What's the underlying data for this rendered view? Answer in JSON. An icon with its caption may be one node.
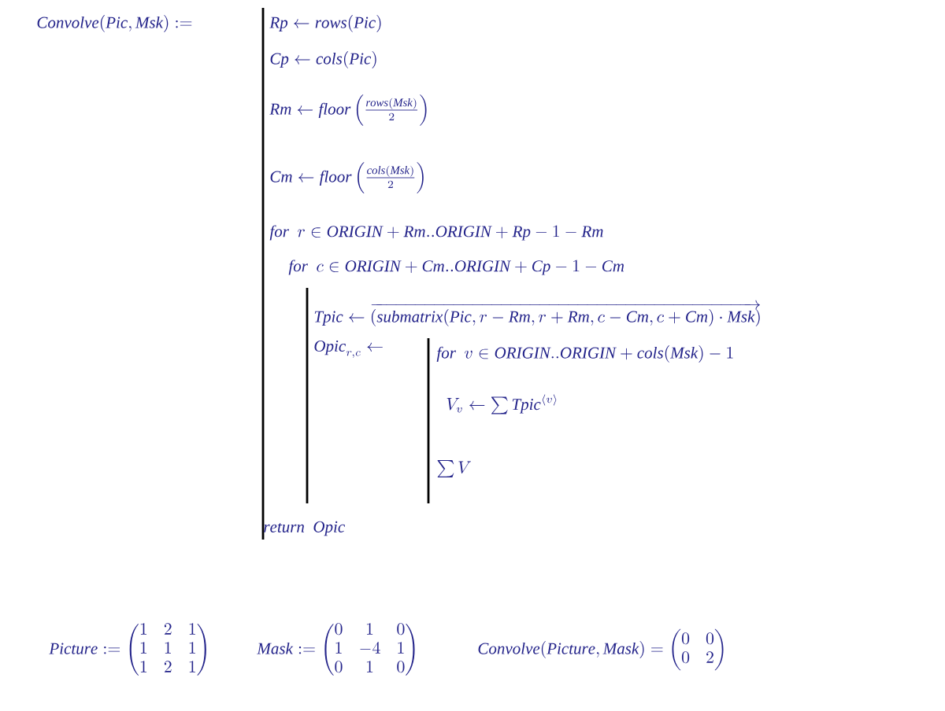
{
  "diagram": {
    "labels": [
      "\\mathit{Convolve}(\\mathit{Pic},\\mathit{Msk}) :=",
      "\\mathit{Rp} \\leftarrow \\mathit{rows}(\\mathit{Pic})",
      "\\mathit{Cp} \\leftarrow \\mathit{cols}(\\mathit{Pic})",
      "\\mathit{Rm} \\leftarrow \\mathit{floor}\\left(\\frac{\\mathit{rows}(\\mathit{Msk})}{2}\\right)",
      "\\mathit{Cm} \\leftarrow \\mathit{floor}\\left(\\frac{\\mathit{cols}(\\mathit{Msk})}{2}\\right)",
      "\\mathit{for}\\ \\ r \\in \\mathit{ORIGIN} + \\mathit{Rm} .. \\mathit{ORIGIN} + \\mathit{Rp} - 1 - \\mathit{Rm}",
      "\\mathit{for}\\ \\ c \\in \\mathit{ORIGIN} + \\mathit{Cm} .. \\mathit{ORIGIN} + \\mathit{Cp} - 1 - \\mathit{Cm}",
      "\\mathit{Tpic} \\leftarrow \\overrightarrow{(\\mathit{submatrix}(\\mathit{Pic},r - \\mathit{Rm},r + \\mathit{Rm},c - \\mathit{Cm},c + \\mathit{Cm})\\cdot \\mathit{Msk})}",
      "\\mathit{Opic}_{r,c} \\leftarrow",
      "\\mathit{for}\\ \\ v \\in \\mathit{ORIGIN} .. \\mathit{ORIGIN} + \\mathit{cols}(\\mathit{Msk}) - 1",
      "V_v \\leftarrow \\sum \\mathit{Tpic}^{\\langle v\\rangle}",
      "\\sum V",
      "\\mathit{return}\\ \\ \\mathit{Opic}",
      "\\mathit{Picture} := \\begin{pmatrix}1 & 2 & 1\\\\ 1 & 1 & 1\\\\ 1 & 2 & 1\\end{pmatrix}",
      "\\mathit{Mask} := \\begin{pmatrix}0 & 1 & 0\\\\ 1 & -4 & 1\\\\ 0 & 1 & 0\\end{pmatrix}",
      "\\mathit{Convolve}(\\mathit{Picture},\\mathit{Mask}) = \\begin{pmatrix}0 & 0\\\\ 0 & 2\\end{pmatrix}"
    ]
  }
}
